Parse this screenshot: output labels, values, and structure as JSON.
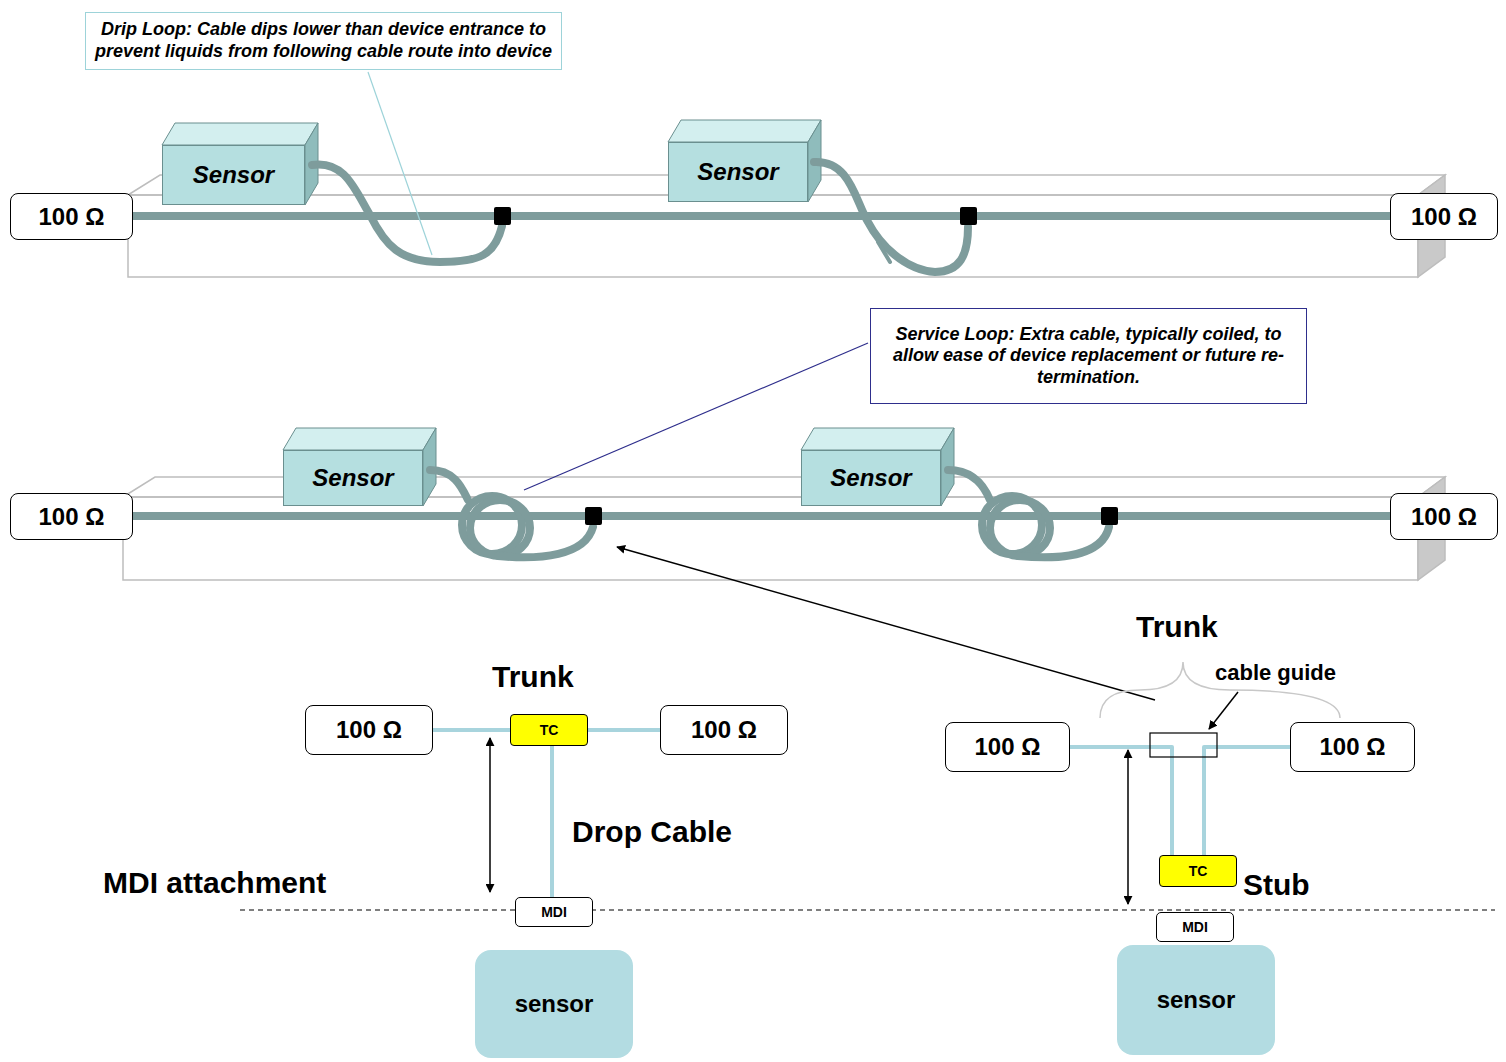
{
  "diagram": {
    "nodes": [
      {
        "text": [
          "Drip Loop: Cable dips lower than device entrance to prevent liquids from following cable route into device"
        ]
      },
      {
        "text": [
          "100 Ω"
        ]
      },
      {
        "text": [
          "Sensor"
        ]
      },
      {
        "text": [
          "Sensor"
        ]
      },
      {
        "text": [
          "100 Ω"
        ]
      },
      {
        "text": [
          "Service Loop: Extra cable, typically coiled, to allow ease of device replacement or future re-termination."
        ]
      },
      {
        "text": [
          "100 Ω"
        ]
      },
      {
        "text": [
          "Sensor"
        ]
      },
      {
        "text": [
          "Sensor"
        ]
      },
      {
        "text": [
          "100 Ω"
        ]
      },
      {
        "text": [
          "100 Ω"
        ]
      },
      {
        "text": [
          "TC"
        ]
      },
      {
        "text": [
          "100 Ω"
        ]
      },
      {
        "text": [
          "MDI"
        ]
      },
      {
        "text": [
          "sensor"
        ]
      },
      {
        "text": [
          "100 Ω"
        ]
      },
      {
        "text": [
          "100 Ω"
        ]
      },
      {
        "text": [
          "TC"
        ]
      },
      {
        "text": [
          "MDI"
        ]
      },
      {
        "text": [
          "sensor"
        ]
      }
    ],
    "edges": [
      {
        "from": 1,
        "to": 4,
        "arrow": "none"
      },
      {
        "from": 6,
        "to": 9,
        "arrow": "none"
      },
      {
        "from": 10,
        "to": 11,
        "arrow": "none"
      },
      {
        "from": 11,
        "to": 12,
        "arrow": "none"
      },
      {
        "from": 11,
        "to": 13,
        "arrow": "none"
      },
      {
        "from": 15,
        "to": 17,
        "arrow": "none"
      },
      {
        "from": 17,
        "to": 16,
        "arrow": "none"
      }
    ],
    "labels": [
      "Trunk",
      "Drop Cable",
      "MDI attachment",
      "Trunk",
      "cable guide",
      "Stub"
    ]
  }
}
